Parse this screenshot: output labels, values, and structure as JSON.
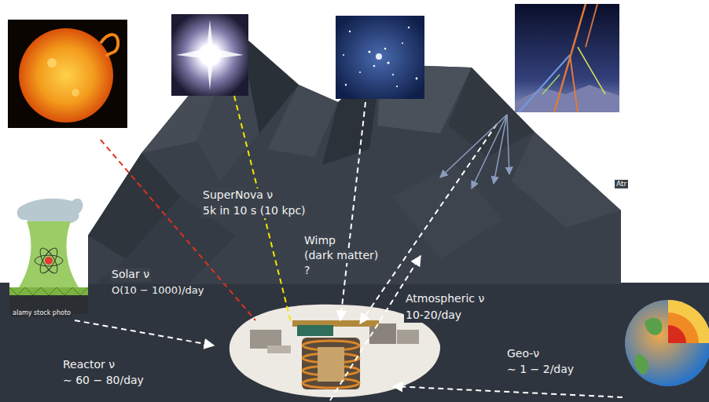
{
  "diagram": {
    "labels": [
      "SuperNova ν",
      "5k in 10 s (10 kpc)",
      "Wimp",
      "(dark matter)",
      "?",
      "Solar ν",
      "O(10 − 1000)/day",
      "Atmospheric ν",
      "10-20/day",
      "Reactor ν",
      "∼ 60 − 80/day",
      "Geo-ν",
      "∼ 1 − 2/day",
      "alamy stock photo",
      "Atr"
    ]
  }
}
